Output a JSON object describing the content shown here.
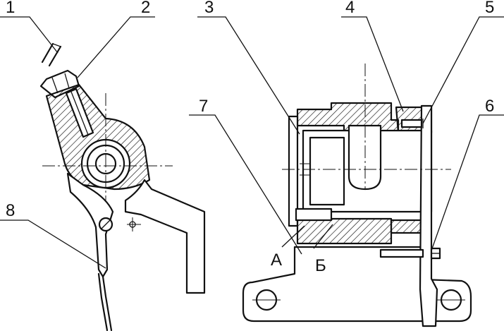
{
  "labels": {
    "n1": "1",
    "n2": "2",
    "n3": "3",
    "n4": "4",
    "n5": "5",
    "n6": "6",
    "n7": "7",
    "n8": "8",
    "a": "А",
    "b": "Б"
  },
  "colors": {
    "ink": "#111111",
    "paper": "#ffffff"
  }
}
